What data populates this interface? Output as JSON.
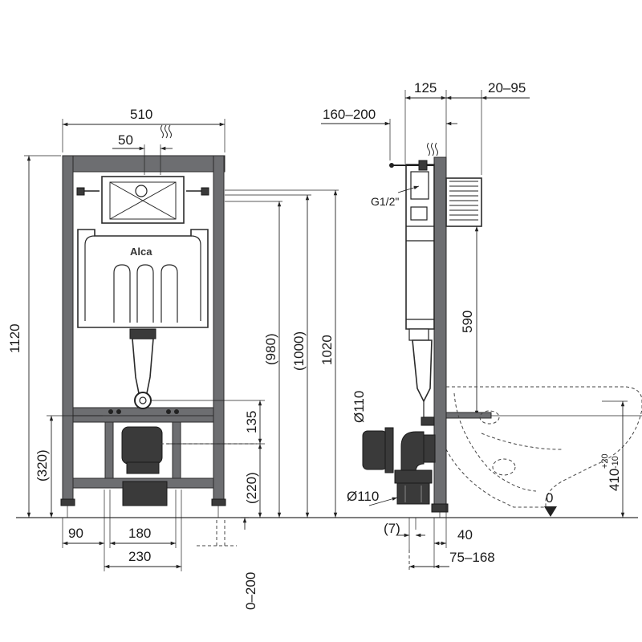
{
  "front_view": {
    "width_total": "510",
    "offset_inlet": "50",
    "height_total": "1120",
    "height_flush": "(980)",
    "height_1000": "(1000)",
    "height_1020": "1020",
    "height_320": "(320)",
    "height_220": "(220)",
    "height_135": "135",
    "width_90": "90",
    "width_180": "180",
    "width_230": "230",
    "range_0_200": "0–200",
    "brand_logo": "Alca"
  },
  "side_view": {
    "depth_125": "125",
    "range_20_95": "20–95",
    "range_160_200": "160–200",
    "water_inlet": "G1/2\"",
    "height_590": "590",
    "pipe_upper": "Ø110",
    "pipe_lower": "Ø110",
    "gap_7": "(7)",
    "width_40": "40",
    "range_75_168": "75–168",
    "floor_zero": "0",
    "bowl_height": "410",
    "bowl_tol_plus": "+20",
    "bowl_tol_minus": "-10"
  }
}
